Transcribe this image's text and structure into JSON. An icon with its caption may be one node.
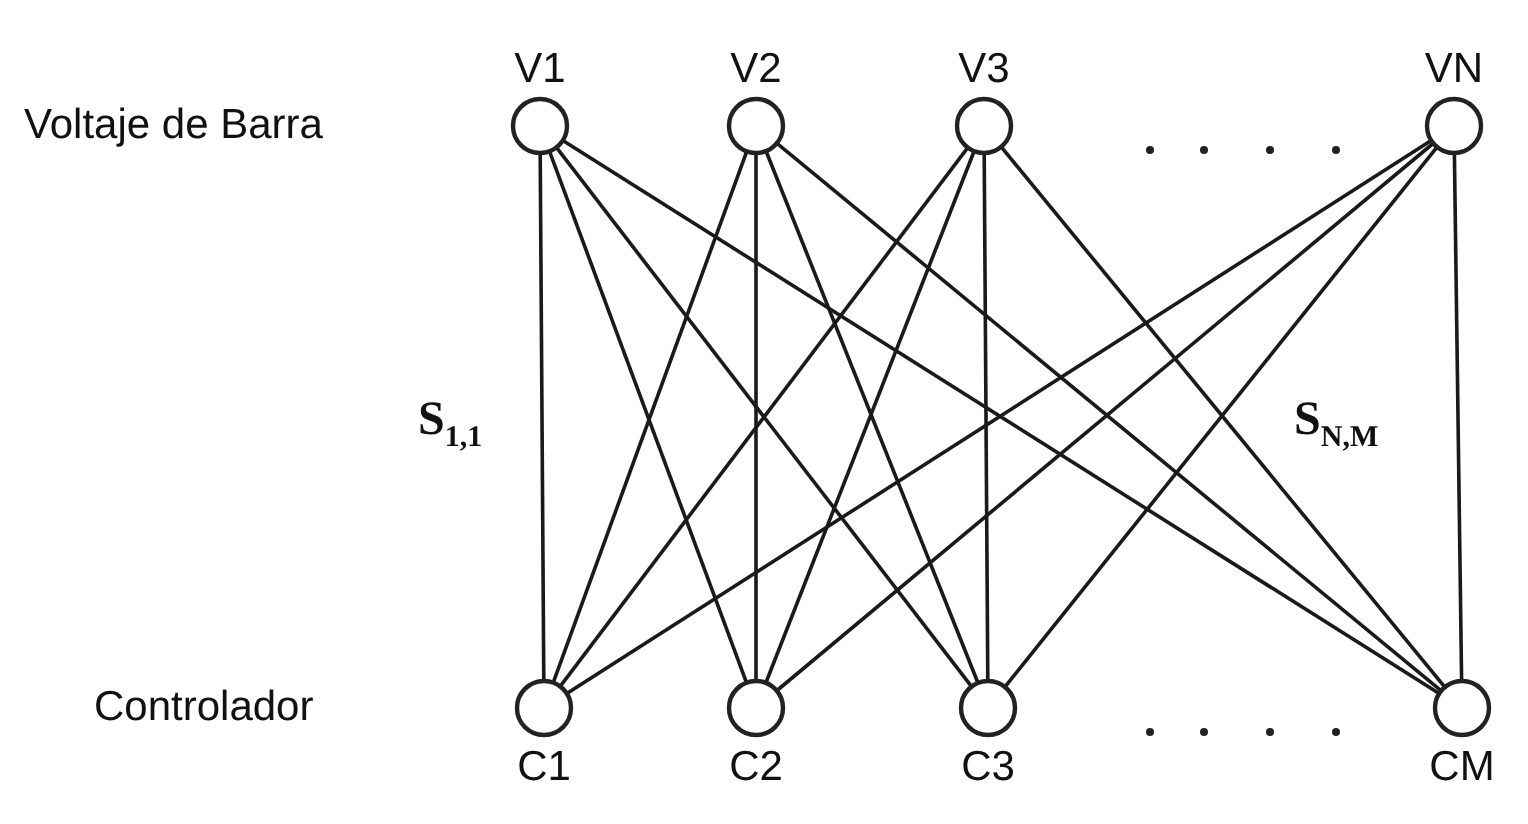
{
  "diagram": {
    "nodes": [
      {
        "text": [
          "V1"
        ]
      },
      {
        "text": [
          "V2"
        ]
      },
      {
        "text": [
          "V3"
        ]
      },
      {
        "text": [
          "VN"
        ]
      },
      {
        "text": [
          "C1"
        ]
      },
      {
        "text": [
          "C2"
        ]
      },
      {
        "text": [
          "C3"
        ]
      },
      {
        "text": [
          "CM"
        ]
      }
    ],
    "edges": [
      {
        "from": 0,
        "to": 4,
        "arrow": "none",
        "label": "S$_{1,1}$"
      },
      {
        "from": 0,
        "to": 5,
        "arrow": "none"
      },
      {
        "from": 0,
        "to": 6,
        "arrow": "none"
      },
      {
        "from": 0,
        "to": 7,
        "arrow": "none"
      },
      {
        "from": 1,
        "to": 4,
        "arrow": "none"
      },
      {
        "from": 1,
        "to": 5,
        "arrow": "none"
      },
      {
        "from": 1,
        "to": 6,
        "arrow": "none"
      },
      {
        "from": 1,
        "to": 7,
        "arrow": "none"
      },
      {
        "from": 2,
        "to": 4,
        "arrow": "none"
      },
      {
        "from": 2,
        "to": 5,
        "arrow": "none"
      },
      {
        "from": 2,
        "to": 6,
        "arrow": "none"
      },
      {
        "from": 2,
        "to": 7,
        "arrow": "none"
      },
      {
        "from": 3,
        "to": 4,
        "arrow": "none"
      },
      {
        "from": 3,
        "to": 5,
        "arrow": "none"
      },
      {
        "from": 3,
        "to": 6,
        "arrow": "none"
      },
      {
        "from": 3,
        "to": 7,
        "arrow": "none",
        "label": "S$_{N,M}$"
      }
    ],
    "labels": [
      "Voltaje de Barra",
      "Controlador"
    ]
  }
}
